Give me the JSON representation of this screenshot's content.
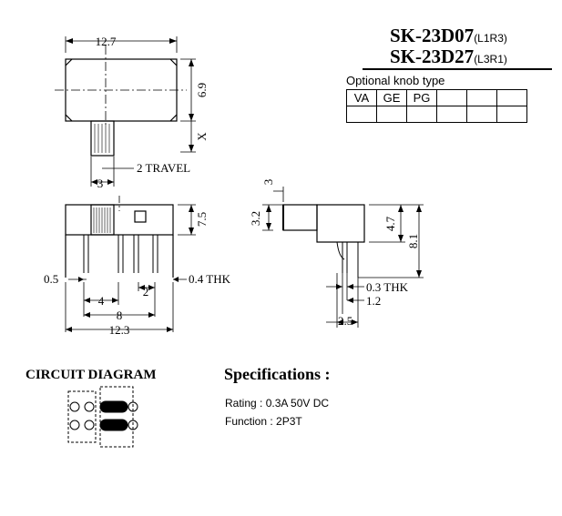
{
  "title": {
    "model_1": "SK-23D07",
    "model_1_suffix": "(L1R3)",
    "model_2": "SK-23D27",
    "model_2_suffix": "(L3R1)"
  },
  "knob": {
    "caption": "Optional knob type",
    "types": [
      "VA",
      "GE",
      "PG",
      "",
      "",
      ""
    ]
  },
  "dimensions": {
    "width_top": "12.7",
    "height_top": "6.9",
    "x_label": "X",
    "travel": "2 TRAVEL",
    "three_top": "3",
    "height_front": "7.5",
    "pin_left": "0.5",
    "thk_front": "0.4 THK",
    "pitch_4": "4",
    "pitch_2": "2",
    "pitch_8": "8",
    "width_bottom": "12.3",
    "side_3": "3",
    "side_3_2": "3.2",
    "side_4_7": "4.7",
    "side_8_1": "8.1",
    "thk_side": "0.3 THK",
    "side_1_2": "1.2",
    "side_2_5": "2.5"
  },
  "circuit": {
    "title": "CIRCUIT DIAGRAM"
  },
  "specs": {
    "title": "Specifications :",
    "rating": "Rating : 0.3A  50V  DC",
    "function": "Function : 2P3T"
  }
}
